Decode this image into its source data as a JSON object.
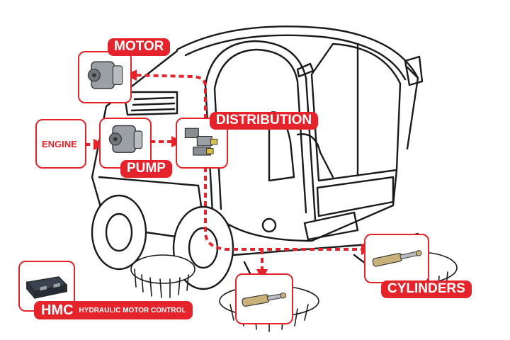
{
  "labels": {
    "motor": "MOTOR",
    "engine": "ENGINE",
    "pump": "PUMP",
    "distribution": "DISTRIBUTION",
    "cylinders": "CYLINDERS",
    "hmc": "HMC",
    "hmc_full": "HYDRAULIC MOTOR CONTROL"
  },
  "colors": {
    "accent": "#e5232b",
    "line": "#1a1a1a",
    "metal": "#8a8d92",
    "brass": "#c9b27a"
  },
  "icons": [
    "hydraulic-motor-icon",
    "hydraulic-pump-icon",
    "distribution-valve-icon",
    "hydraulic-cylinder-icon",
    "hmc-controller-icon"
  ]
}
